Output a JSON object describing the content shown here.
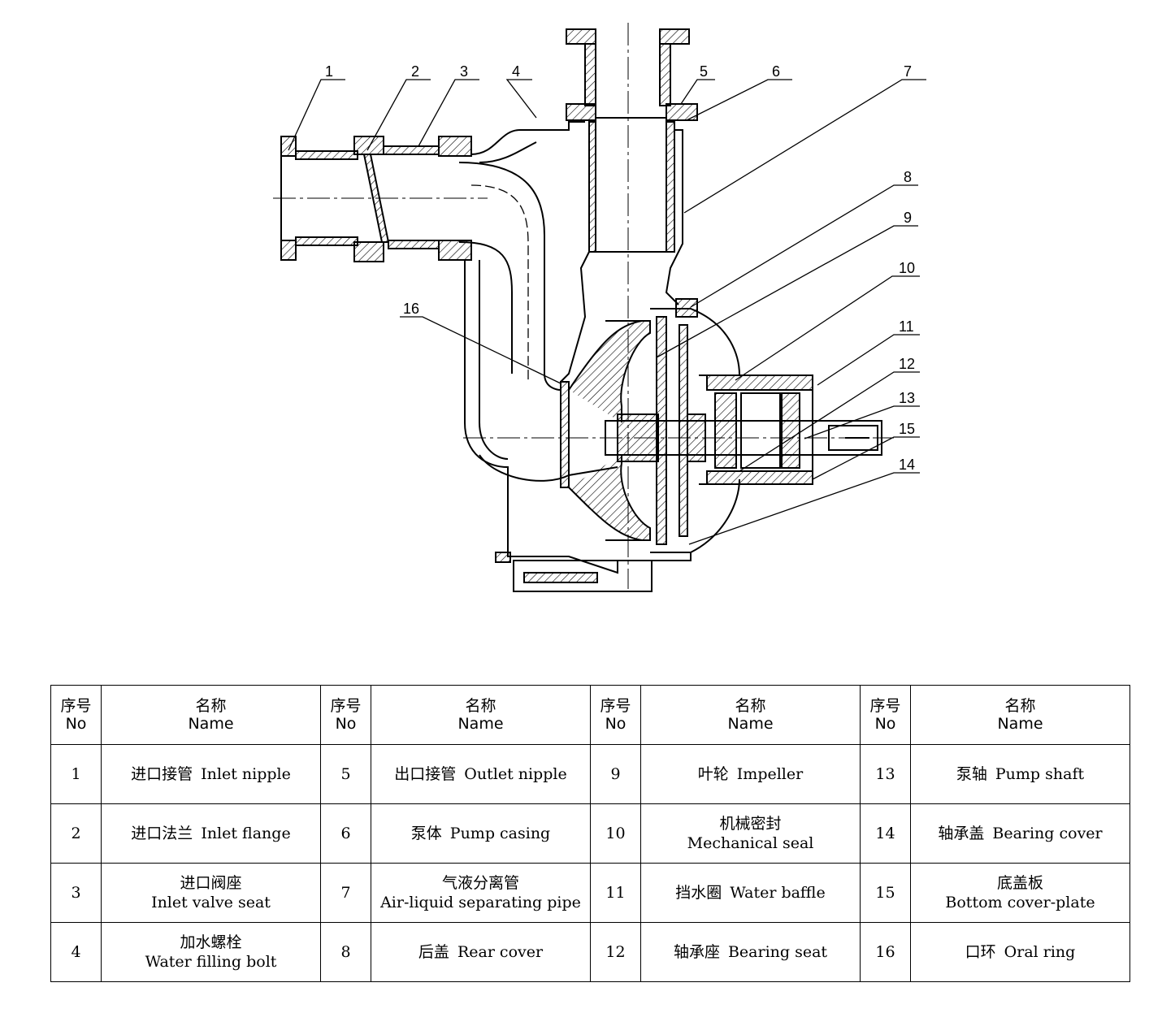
{
  "callouts": [
    {
      "no": "1"
    },
    {
      "no": "2"
    },
    {
      "no": "3"
    },
    {
      "no": "4"
    },
    {
      "no": "5"
    },
    {
      "no": "6"
    },
    {
      "no": "7"
    },
    {
      "no": "8"
    },
    {
      "no": "9"
    },
    {
      "no": "10"
    },
    {
      "no": "11"
    },
    {
      "no": "12"
    },
    {
      "no": "13"
    },
    {
      "no": "14"
    },
    {
      "no": "15"
    },
    {
      "no": "16"
    }
  ],
  "table": {
    "header": {
      "no_cn": "序号",
      "no_en": "No",
      "name_cn": "名称",
      "name_en": "Name"
    },
    "rows": [
      [
        {
          "no": "1",
          "cn": "进口接管",
          "en": "Inlet nipple"
        },
        {
          "no": "5",
          "cn": "出口接管",
          "en": "Outlet nipple"
        },
        {
          "no": "9",
          "cn": "叶轮",
          "en": "Impeller"
        },
        {
          "no": "13",
          "cn": "泵轴",
          "en": "Pump shaft"
        }
      ],
      [
        {
          "no": "2",
          "cn": "进口法兰",
          "en": "Inlet flange"
        },
        {
          "no": "6",
          "cn": "泵体",
          "en": "Pump casing"
        },
        {
          "no": "10",
          "cn": "机械密封",
          "en": "Mechanical seal"
        },
        {
          "no": "14",
          "cn": "轴承盖",
          "en": "Bearing cover"
        }
      ],
      [
        {
          "no": "3",
          "cn": "进口阀座",
          "en": "Inlet valve seat"
        },
        {
          "no": "7",
          "cn": "气液分离管",
          "en": "Air-liquid separating pipe"
        },
        {
          "no": "11",
          "cn": "挡水圈",
          "en": "Water baffle"
        },
        {
          "no": "15",
          "cn": "底盖板",
          "en": "Bottom cover-plate"
        }
      ],
      [
        {
          "no": "4",
          "cn": "加水螺栓",
          "en": "Water filling bolt"
        },
        {
          "no": "8",
          "cn": "后盖",
          "en": "Rear cover"
        },
        {
          "no": "12",
          "cn": "轴承座",
          "en": "Bearing seat"
        },
        {
          "no": "16",
          "cn": "口环",
          "en": "Oral ring"
        }
      ]
    ]
  }
}
